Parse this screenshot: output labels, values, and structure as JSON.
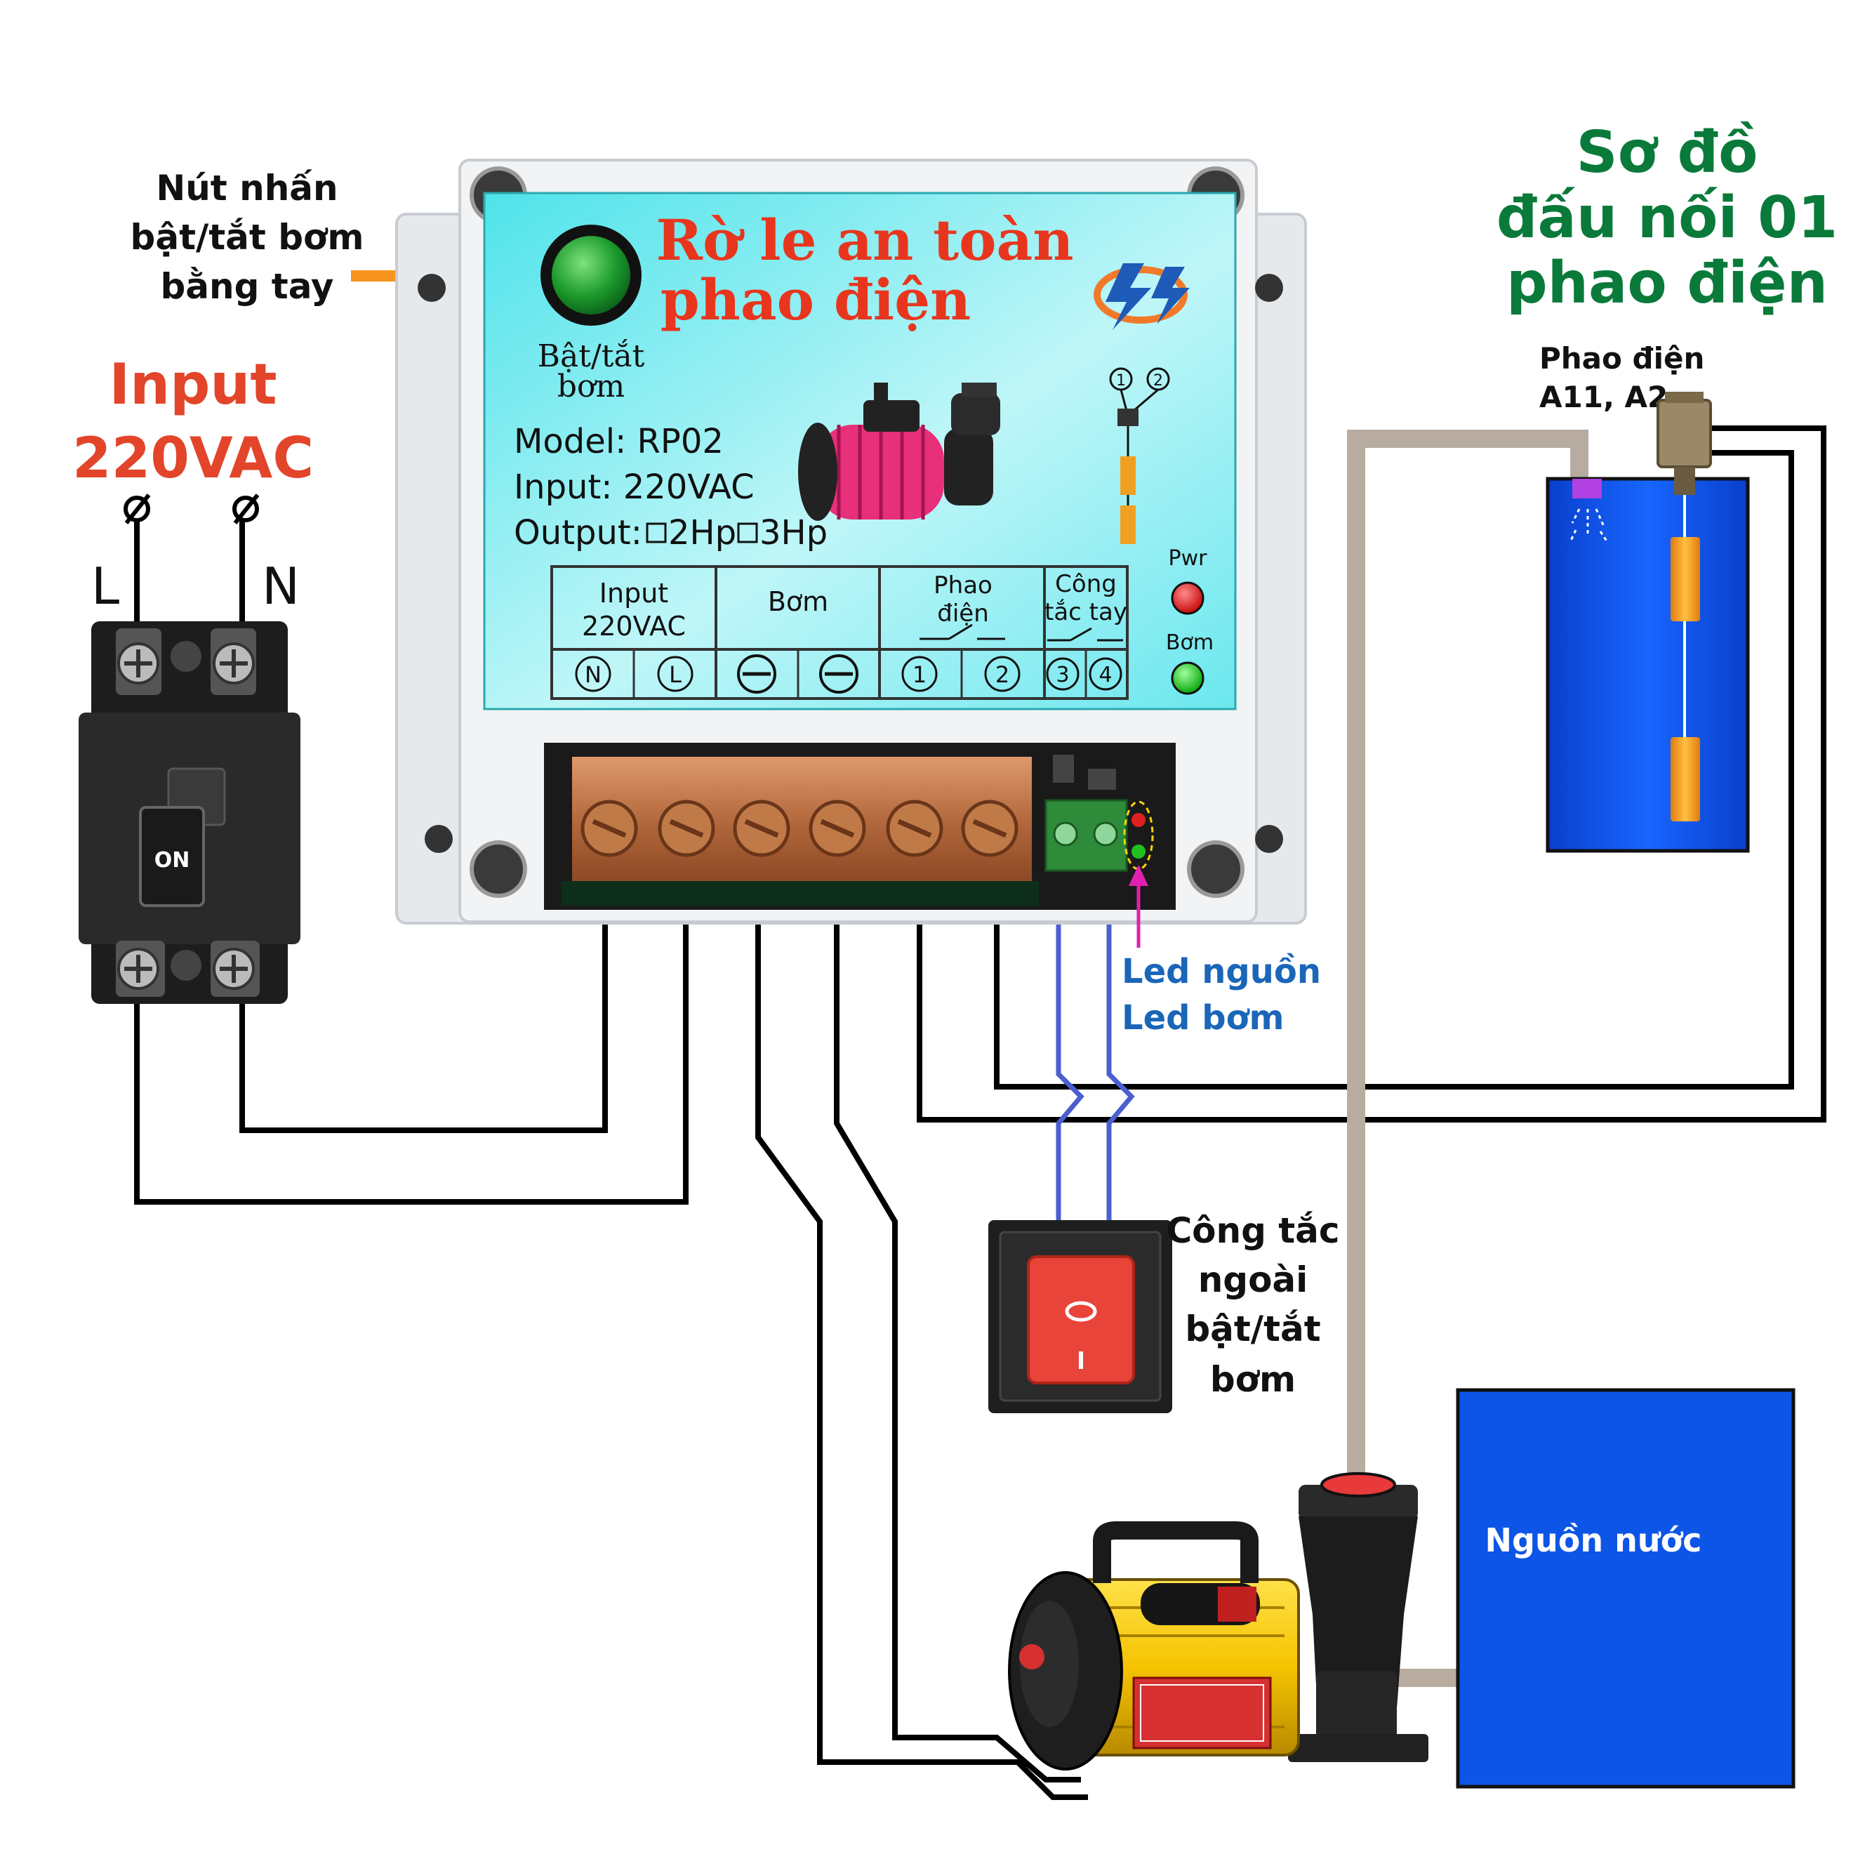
{
  "title": {
    "line1": "Sơ đồ",
    "line2": "đấu nối 01",
    "line3": "phao điện",
    "color": "#0a7a3a"
  },
  "manual_button_note": {
    "line1": "Nút nhấn",
    "line2": "bật/tắt bơm",
    "line3": "bằng tay",
    "arrow_color": "#f7941d"
  },
  "input_label": {
    "line1": "Input",
    "line2": "220VAC",
    "color": "#e2452a"
  },
  "breaker": {
    "terminal_l": "L",
    "terminal_n": "N",
    "switch_label": "ON"
  },
  "relay": {
    "title_line1": "Rờ le an toàn",
    "title_line2": "phao điện",
    "title_color": "#e8361e",
    "button_label_line1": "Bật/tắt",
    "button_label_line2": "bơm",
    "model": "Model:  RP02",
    "input": "Input: 220VAC",
    "output_prefix": "Output:",
    "output_option1": "2Hp",
    "output_option2": "3Hp",
    "legend_terminal1": "1",
    "legend_terminal2": "2",
    "led_pwr": "Pwr",
    "led_bom": "Bơm",
    "groups": {
      "input_line1": "Input",
      "input_line2": "220VAC",
      "pump": "Bơm",
      "float_line1": "Phao",
      "float_line2": "điện",
      "switch_line1": "Công",
      "switch_line2": "tắc tay"
    },
    "terminals": [
      "N",
      "L",
      "",
      "",
      "1",
      "2",
      "3",
      "4"
    ]
  },
  "led_note": {
    "line1": "Led  nguồn",
    "line2": "Led bơm",
    "color": "#1a66b8"
  },
  "float_switch": {
    "label_line1": "Phao điện",
    "label_line2": "A11, A2"
  },
  "external_switch": {
    "line1": "Công tắc",
    "line2": "ngoài",
    "line3": "bật/tắt",
    "line4": "bơm"
  },
  "water_source": {
    "label": "Nguồn nước",
    "color": "#0d55e6"
  },
  "colors": {
    "panel_cyan": "#5ee8ec",
    "wire_black": "#000000",
    "wire_blue": "#4a5fd0",
    "pipe": "#b8aca0",
    "tank_blue": "#0b4fe0"
  }
}
